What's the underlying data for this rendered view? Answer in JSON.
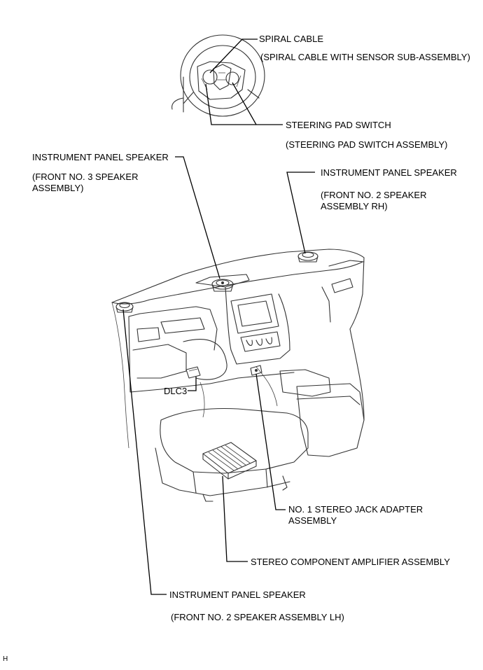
{
  "labels": {
    "spiral_cable": "SPIRAL CABLE",
    "spiral_cable_sub": "(SPIRAL CABLE WITH SENSOR SUB-ASSEMBLY)",
    "steering_pad_switch": "STEERING PAD SWITCH",
    "steering_pad_switch_sub": "(STEERING PAD SWITCH ASSEMBLY)",
    "ip_speaker_center": "INSTRUMENT PANEL SPEAKER",
    "ip_speaker_center_sub_1": "(FRONT NO. 3 SPEAKER",
    "ip_speaker_center_sub_2": "ASSEMBLY)",
    "ip_speaker_rh": "INSTRUMENT PANEL SPEAKER",
    "ip_speaker_rh_sub_1": "(FRONT NO. 2 SPEAKER",
    "ip_speaker_rh_sub_2": "ASSEMBLY RH)",
    "dlc3": "DLC3",
    "stereo_jack_1": "NO. 1 STEREO JACK ADAPTER",
    "stereo_jack_2": "ASSEMBLY",
    "amplifier": "STEREO COMPONENT AMPLIFIER ASSEMBLY",
    "ip_speaker_lh": "INSTRUMENT PANEL SPEAKER",
    "ip_speaker_lh_sub": "(FRONT NO. 2 SPEAKER ASSEMBLY LH)",
    "figure_code": "H"
  }
}
